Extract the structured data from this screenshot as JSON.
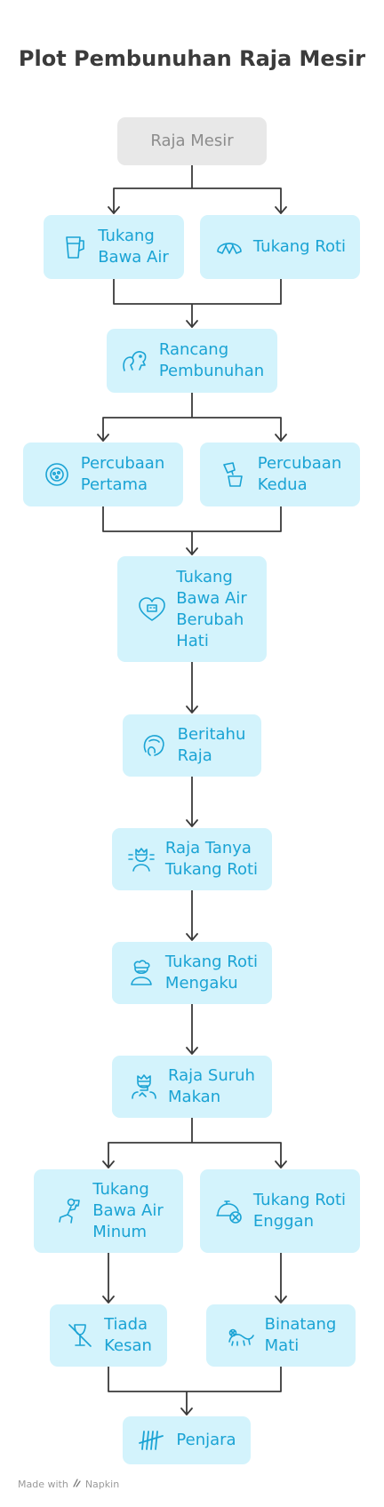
{
  "title": "Plot Pembunuhan Raja Mesir",
  "nodes": {
    "raja": "Raja Mesir",
    "air": "Tukang\nBawa Air",
    "roti": "Tukang Roti",
    "rancang": "Rancang\nPembunuhan",
    "p1": "Percubaan\nPertama",
    "p2": "Percubaan\nKedua",
    "ubah": "Tukang\nBawa Air\nBerubah\nHati",
    "beritahu": "Beritahu\nRaja",
    "tanya": "Raja Tanya\nTukang Roti",
    "mengaku": "Tukang Roti\nMengaku",
    "suruh": "Raja Suruh\nMakan",
    "minum": "Tukang\nBawa Air\nMinum",
    "enggan": "Tukang Roti\nEnggan",
    "tiada": "Tiada\nKesan",
    "mati": "Binatang\nMati",
    "penjara": "Penjara"
  },
  "icons": {
    "air": "water-jug-icon",
    "roti": "croissant-icon",
    "rancang": "two-heads-plotting-icon",
    "p1": "poison-dish-icon",
    "p2": "pouring-cup-icon",
    "ubah": "heart-with-face-icon",
    "beritahu": "telling-head-icon",
    "tanya": "king-asking-icon",
    "mengaku": "baker-confessing-icon",
    "suruh": "king-commanding-icon",
    "minum": "drinking-person-icon",
    "enggan": "refused-dish-icon",
    "tiada": "no-effect-glass-icon",
    "mati": "dead-animal-icon",
    "penjara": "tally-marks-icon"
  },
  "colors": {
    "node_fill": "#d3f3fc",
    "node_text": "#1aa3d4",
    "root_fill": "#e8e8e8",
    "root_text": "#8c8c8c",
    "connector": "#3a3a3a"
  },
  "footer": {
    "made_with": "Made with",
    "brand": "Napkin"
  }
}
